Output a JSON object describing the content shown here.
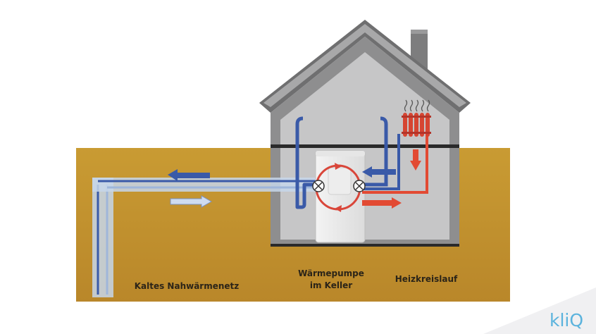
{
  "labels": {
    "network": "Kaltes Nahwärmenetz",
    "pump_line1": "Wärmepumpe",
    "pump_line2": "im Keller",
    "heating": "Heizkreislauf"
  },
  "brand": {
    "logo": "kliQ"
  },
  "colors": {
    "soil": "#c7962b",
    "house_wall": "#9a9a9b",
    "house_interior": "#c6c6c7",
    "cold_pipe": "#3a5aa8",
    "warm_pipe": "#e24a33",
    "brand": "#5bb3dd"
  },
  "icons": {
    "radiator": "radiator-icon",
    "heat_waves": "heat-waves-icon",
    "valve": "valve-icon",
    "cycle": "cycle-arrows-icon"
  }
}
